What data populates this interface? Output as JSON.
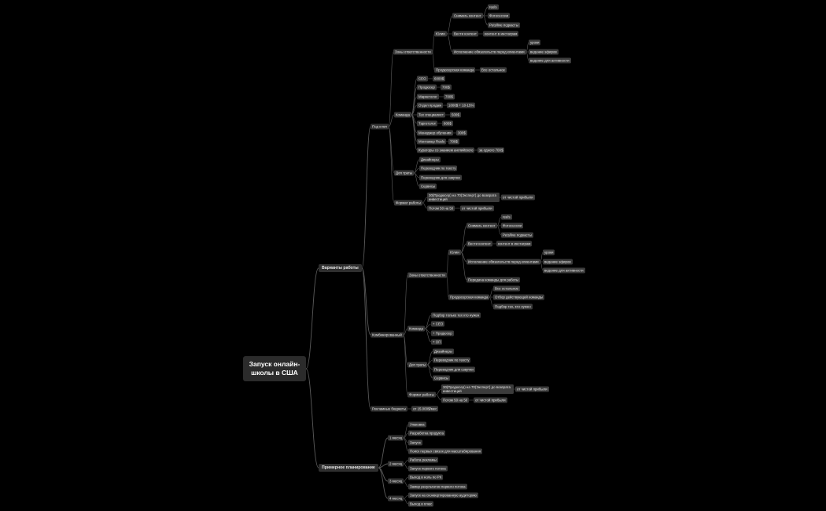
{
  "mindmap": {
    "root": "Запуск онлайн-школы в США",
    "nodes": [
      {
        "id": "n1",
        "parent": "root",
        "level": 1,
        "label": "Варианты работы"
      },
      {
        "id": "n2",
        "parent": "root",
        "level": 1,
        "label": "Примерное планирование"
      },
      {
        "id": "a1",
        "parent": "n1",
        "level": 2,
        "label": "Под ключ"
      },
      {
        "id": "a2",
        "parent": "n1",
        "level": 2,
        "label": "Комбинированный"
      },
      {
        "id": "a3",
        "parent": "n1",
        "level": 2,
        "label": "Рекламные бюджеты"
      },
      {
        "id": "b1",
        "parent": "a1",
        "level": 3,
        "label": "Зоны ответственности"
      },
      {
        "id": "b2",
        "parent": "a1",
        "level": 3,
        "label": "Команда"
      },
      {
        "id": "b3",
        "parent": "a1",
        "level": 3,
        "label": "Доп траты"
      },
      {
        "id": "b4",
        "parent": "a1",
        "level": 3,
        "label": "Формат работы"
      },
      {
        "id": "c1",
        "parent": "b1",
        "level": 4,
        "label": "Юлии"
      },
      {
        "id": "c2",
        "parent": "b1",
        "level": 4,
        "label": "Продюсерская команда"
      },
      {
        "id": "c3",
        "parent": "c2",
        "level": 5,
        "label": "Все остальное"
      },
      {
        "id": "d1",
        "parent": "c1",
        "level": 5,
        "label": "Снимать контент"
      },
      {
        "id": "d2",
        "parent": "c1",
        "level": 5,
        "label": "Вести контент"
      },
      {
        "id": "d3",
        "parent": "c1",
        "level": 5,
        "label": "Исполнение обязательств перед клиентами"
      },
      {
        "id": "e1",
        "parent": "d1",
        "level": 6,
        "label": "reels"
      },
      {
        "id": "e2",
        "parent": "d1",
        "level": 6,
        "label": "Фотосессии"
      },
      {
        "id": "e3",
        "parent": "d1",
        "level": 6,
        "label": "Pets/live подкасты"
      },
      {
        "id": "e4",
        "parent": "d2",
        "level": 6,
        "label": "контент в инстаграм"
      },
      {
        "id": "e5",
        "parent": "d3",
        "level": 6,
        "label": "уроки"
      },
      {
        "id": "e6",
        "parent": "d3",
        "level": 6,
        "label": "ведение эфиров"
      },
      {
        "id": "e7",
        "parent": "d3",
        "level": 6,
        "label": "ведение для активности"
      },
      {
        "id": "f1",
        "parent": "b2",
        "level": 4,
        "label": "CEO"
      },
      {
        "id": "f2",
        "parent": "b2",
        "level": 4,
        "label": "Продюсер"
      },
      {
        "id": "f3",
        "parent": "b2",
        "level": 4,
        "label": "Маркетолог"
      },
      {
        "id": "f4",
        "parent": "b2",
        "level": 4,
        "label": "Отдел продаж"
      },
      {
        "id": "f5",
        "parent": "b2",
        "level": 4,
        "label": "Тех специалист"
      },
      {
        "id": "f6",
        "parent": "b2",
        "level": 4,
        "label": "Таргетолог"
      },
      {
        "id": "f7",
        "parent": "b2",
        "level": 4,
        "label": "Менеджер обучения"
      },
      {
        "id": "f8",
        "parent": "b2",
        "level": 4,
        "label": "Монтажер Reels"
      },
      {
        "id": "f9",
        "parent": "b2",
        "level": 4,
        "label": "Кураторы со знанием английского"
      },
      {
        "id": "g1",
        "parent": "f1",
        "level": 5,
        "label": "6000$"
      },
      {
        "id": "g2",
        "parent": "f2",
        "level": 5,
        "label": "700$"
      },
      {
        "id": "g3",
        "parent": "f3",
        "level": 5,
        "label": "700$"
      },
      {
        "id": "g4",
        "parent": "f4",
        "level": 5,
        "label": "1000$ + 10-15%"
      },
      {
        "id": "g5",
        "parent": "f5",
        "level": 5,
        "label": "500$"
      },
      {
        "id": "g6",
        "parent": "f6",
        "level": 5,
        "label": "600$"
      },
      {
        "id": "g7",
        "parent": "f7",
        "level": 5,
        "label": "300$"
      },
      {
        "id": "g8",
        "parent": "f8",
        "level": 5,
        "label": "700$"
      },
      {
        "id": "g9",
        "parent": "f9",
        "level": 5,
        "label": "за одного 700$"
      },
      {
        "id": "h1",
        "parent": "b3",
        "level": 4,
        "label": "Дизайнеры"
      },
      {
        "id": "h2",
        "parent": "b3",
        "level": 4,
        "label": "Переводчик по тексту"
      },
      {
        "id": "h3",
        "parent": "b3",
        "level": 4,
        "label": "Переводчик для озвучки"
      },
      {
        "id": "h4",
        "parent": "b3",
        "level": 4,
        "label": "Сервисы"
      },
      {
        "id": "i1",
        "parent": "b4",
        "level": 4,
        "label": "30(Продюсер) на 70(Эксперт) до возврата инвестиций"
      },
      {
        "id": "i2",
        "parent": "b4",
        "level": 4,
        "label": "Потом 50 на 50"
      },
      {
        "id": "i3",
        "parent": "i1",
        "level": 5,
        "label": "от чистой прибыли"
      },
      {
        "id": "i4",
        "parent": "i2",
        "level": 5,
        "label": "от чистой прибыли"
      },
      {
        "id": "j1",
        "parent": "a2",
        "level": 3,
        "label": "Зоны ответственности"
      },
      {
        "id": "j2",
        "parent": "a2",
        "level": 3,
        "label": "Команда"
      },
      {
        "id": "j3",
        "parent": "a2",
        "level": 3,
        "label": "Доп траты"
      },
      {
        "id": "j4",
        "parent": "a2",
        "level": 3,
        "label": "Формат работы"
      },
      {
        "id": "k1",
        "parent": "j1",
        "level": 4,
        "label": "Юлии"
      },
      {
        "id": "k2",
        "parent": "j1",
        "level": 4,
        "label": "Продюсерская команда"
      },
      {
        "id": "l1",
        "parent": "k1",
        "level": 5,
        "label": "Снимать контент"
      },
      {
        "id": "l2",
        "parent": "k1",
        "level": 5,
        "label": "Вести контент"
      },
      {
        "id": "l3",
        "parent": "k1",
        "level": 5,
        "label": "Исполнение обязательств перед клиентами"
      },
      {
        "id": "l4",
        "parent": "k1",
        "level": 5,
        "label": "Передача команды для работы"
      },
      {
        "id": "m1",
        "parent": "l1",
        "level": 6,
        "label": "reels"
      },
      {
        "id": "m2",
        "parent": "l1",
        "level": 6,
        "label": "Фотосессии"
      },
      {
        "id": "m3",
        "parent": "l1",
        "level": 6,
        "label": "Pets/live подкасты"
      },
      {
        "id": "m4",
        "parent": "l2",
        "level": 6,
        "label": "контент в инстаграм"
      },
      {
        "id": "m5",
        "parent": "l3",
        "level": 6,
        "label": "уроки"
      },
      {
        "id": "m6",
        "parent": "l3",
        "level": 6,
        "label": "ведение эфиров"
      },
      {
        "id": "m7",
        "parent": "l3",
        "level": 6,
        "label": "ведение для активности"
      },
      {
        "id": "n3",
        "parent": "k2",
        "level": 5,
        "label": "Все остальное"
      },
      {
        "id": "n4",
        "parent": "k2",
        "level": 5,
        "label": "Отбор действующей команды"
      },
      {
        "id": "n5",
        "parent": "k2",
        "level": 5,
        "label": "Подбор тех, кто нужен"
      },
      {
        "id": "o1",
        "parent": "j2",
        "level": 4,
        "label": "Подбор только тех кто нужен"
      },
      {
        "id": "o2",
        "parent": "j2",
        "level": 4,
        "label": "+ CEO"
      },
      {
        "id": "o3",
        "parent": "j2",
        "level": 4,
        "label": "+ Продюсер"
      },
      {
        "id": "o4",
        "parent": "j2",
        "level": 4,
        "label": "+ ОП"
      },
      {
        "id": "p1",
        "parent": "j3",
        "level": 4,
        "label": "Дизайнеры"
      },
      {
        "id": "p2",
        "parent": "j3",
        "level": 4,
        "label": "Переводчик по тексту"
      },
      {
        "id": "p3",
        "parent": "j3",
        "level": 4,
        "label": "Переводчик для озвучки"
      },
      {
        "id": "p4",
        "parent": "j3",
        "level": 4,
        "label": "Сервисы"
      },
      {
        "id": "q1",
        "parent": "j4",
        "level": 4,
        "label": "30(Продюсер) на 70(Эксперт) до возврата инвестиций"
      },
      {
        "id": "q2",
        "parent": "j4",
        "level": 4,
        "label": "Потом 50 на 50"
      },
      {
        "id": "q3",
        "parent": "q1",
        "level": 5,
        "label": "от чистой прибыли"
      },
      {
        "id": "q4",
        "parent": "q2",
        "level": 5,
        "label": "от чистой прибыли"
      },
      {
        "id": "r1",
        "parent": "a3",
        "level": 3,
        "label": "от 15.000$/мес"
      },
      {
        "id": "s1",
        "parent": "n2",
        "level": 2,
        "label": "1 месяц"
      },
      {
        "id": "s2",
        "parent": "n2",
        "level": 2,
        "label": "2 месяц"
      },
      {
        "id": "s3",
        "parent": "n2",
        "level": 2,
        "label": "3 месяц"
      },
      {
        "id": "s4",
        "parent": "n2",
        "level": 2,
        "label": "4 месяц"
      },
      {
        "id": "t1",
        "parent": "s1",
        "level": 3,
        "label": "Упаковка"
      },
      {
        "id": "t2",
        "parent": "s1",
        "level": 3,
        "label": "Разработка продукта"
      },
      {
        "id": "t3",
        "parent": "s1",
        "level": 3,
        "label": "Запуск"
      },
      {
        "id": "t4",
        "parent": "s1",
        "level": 3,
        "label": "Поиск первых связок для масштабирования"
      },
      {
        "id": "t5",
        "parent": "s2",
        "level": 3,
        "label": "Работа рекламы"
      },
      {
        "id": "t6",
        "parent": "s2",
        "level": 3,
        "label": "Запуск первого потока"
      },
      {
        "id": "t7",
        "parent": "s3",
        "level": 3,
        "label": "Выход в ноль по РК"
      },
      {
        "id": "t8",
        "parent": "s3",
        "level": 3,
        "label": "Замер результатов первого потока"
      },
      {
        "id": "t9",
        "parent": "s4",
        "level": 3,
        "label": "Запуск на сконвертированную аудиторию"
      },
      {
        "id": "t10",
        "parent": "s4",
        "level": 3,
        "label": "Выход в плюс"
      }
    ]
  }
}
